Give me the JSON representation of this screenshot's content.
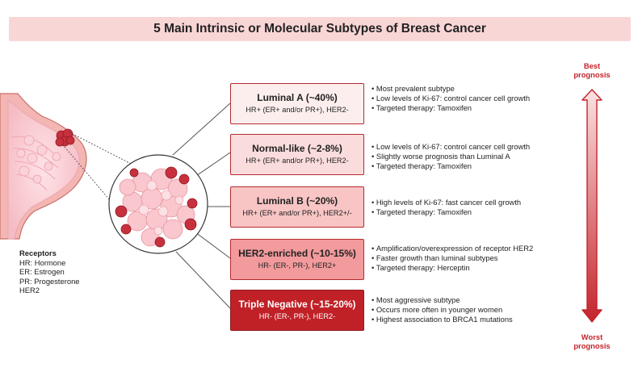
{
  "title": "5 Main Intrinsic or Molecular Subtypes of Breast Cancer",
  "receptors": {
    "heading": "Receptors",
    "items": [
      "HR: Hormone",
      "ER: Estrogen",
      "PR: Progesterone",
      "HER2"
    ]
  },
  "prognosis": {
    "best": [
      "Best",
      "prognosis"
    ],
    "worst": [
      "Worst",
      "prognosis"
    ]
  },
  "subtypes": [
    {
      "name": "Luminal A (~40%)",
      "receptors": "HR+ (ER+ and/or PR+), HER2-",
      "fill": "#fdeeee",
      "text": "#222222",
      "border": "#b52a2e",
      "bullets": [
        "Most prevalent subtype",
        "Low levels of Ki-67: control cancer cell growth",
        "Targeted therapy: Tamoxifen"
      ]
    },
    {
      "name": "Normal-like (~2-8%)",
      "receptors": "HR+ (ER+ and/or PR+), HER2-",
      "fill": "#fbdcdc",
      "text": "#222222",
      "border": "#b52a2e",
      "bullets": [
        "Low levels of Ki-67: control cancer cell growth",
        "Slightly worse prognosis than Luminal A",
        "Targeted therapy: Tamoxifen"
      ]
    },
    {
      "name": "Luminal B (~20%)",
      "receptors": "HR+ (ER+ and/or PR+), HER2+/-",
      "fill": "#f8c4c4",
      "text": "#222222",
      "border": "#b52a2e",
      "bullets": [
        "High levels of Ki-67: fast cancer cell growth",
        "Targeted therapy: Tamoxifen"
      ]
    },
    {
      "name": "HER2-enriched (~10-15%)",
      "receptors": "HR- (ER-, PR-), HER2+",
      "fill": "#f29a9c",
      "text": "#222222",
      "border": "#b52a2e",
      "bullets": [
        "Amplification/overexpression of receptor HER2",
        "Faster growth than luminal subtypes",
        "Targeted therapy: Herceptin"
      ]
    },
    {
      "name": "Triple Negative (~15-20%)",
      "receptors": "HR- (ER-, PR-), HER2-",
      "fill": "#c02127",
      "text": "#ffffff",
      "border": "#8f1a1e",
      "bullets": [
        "Most aggressive subtype",
        "Occurs more often in younger women",
        "Highest association to BRCA1 mutations"
      ]
    }
  ]
}
